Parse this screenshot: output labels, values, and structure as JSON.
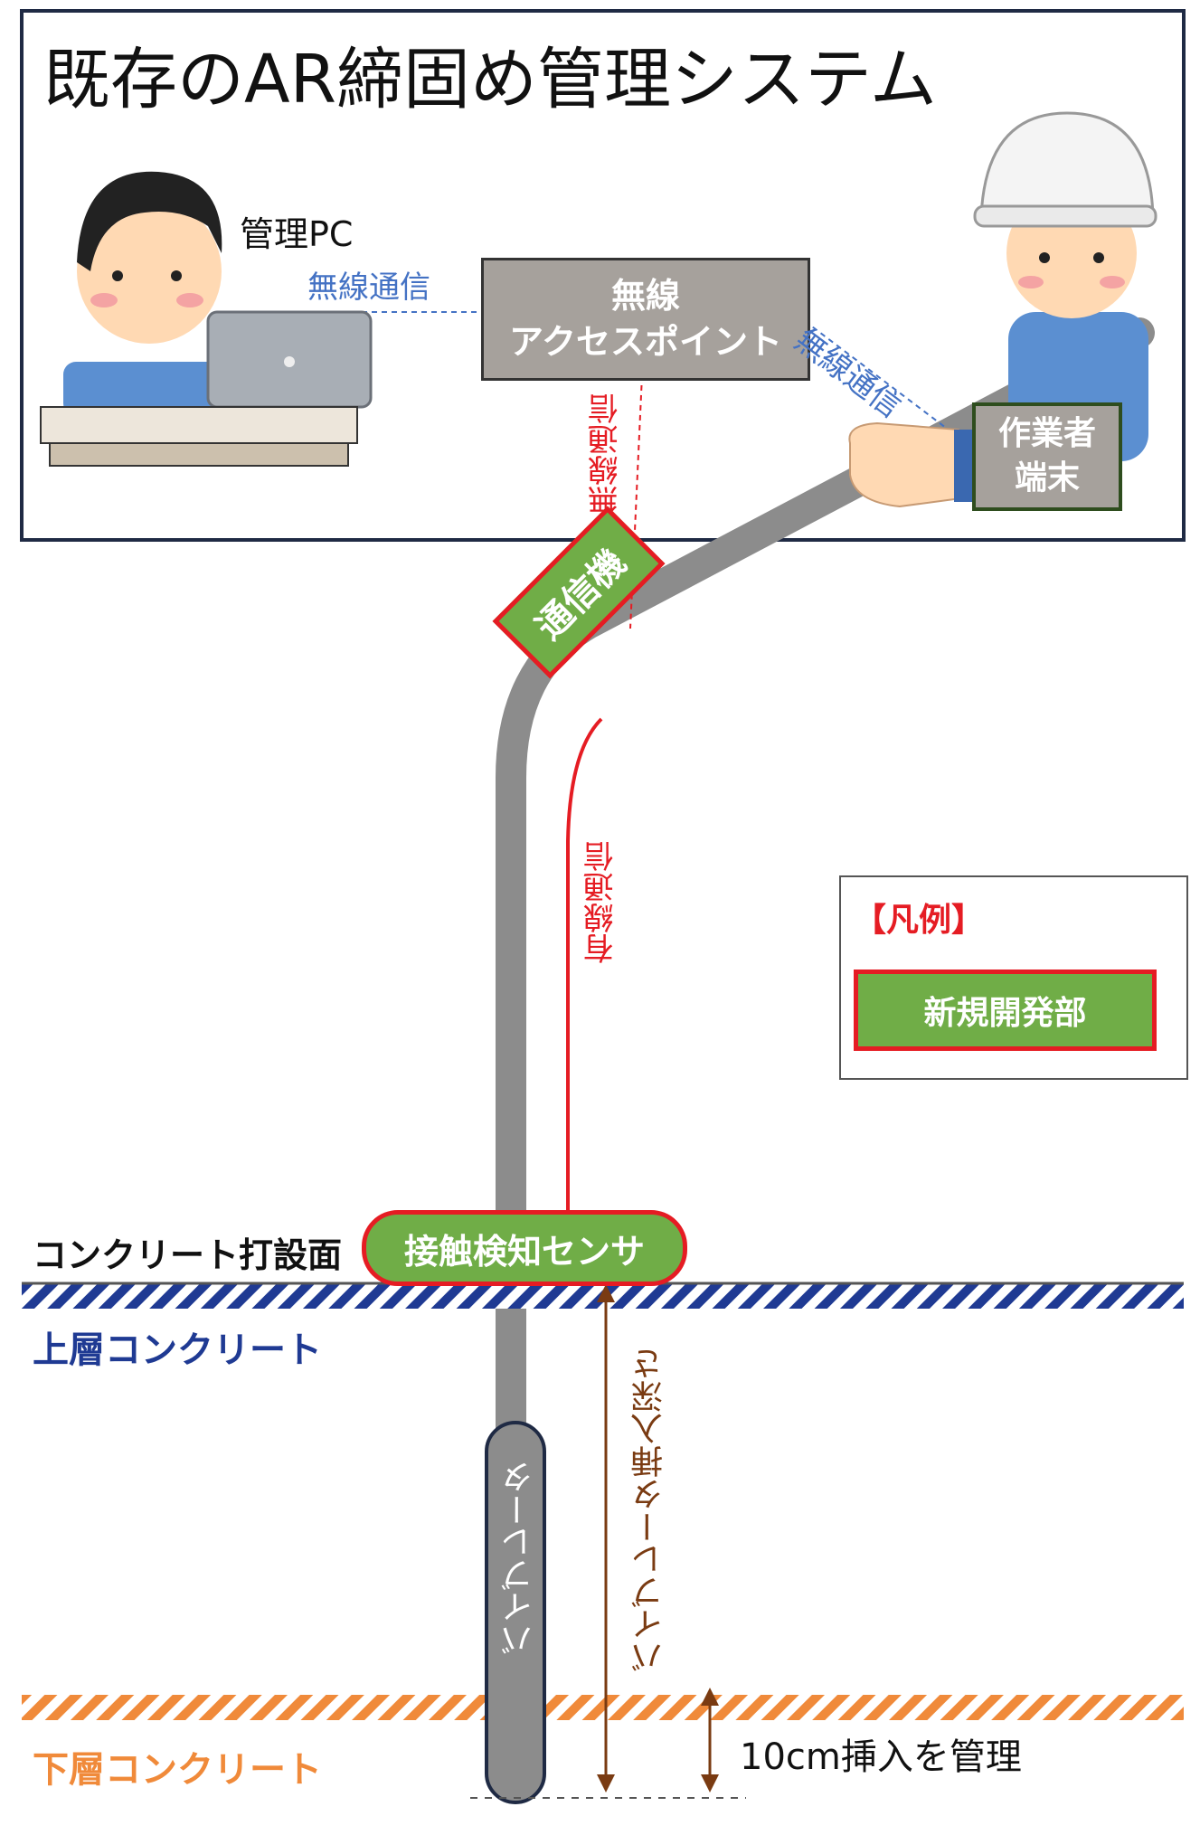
{
  "title": "既存のAR締固め管理システム",
  "labels": {
    "management_pc": "管理PC",
    "wireless_pc": "無線通信",
    "wireless_worker": "無線通信",
    "wireless_vertical": "無線通信",
    "wired": "有線通信",
    "surface": "コンクリート打設面",
    "upper_layer": "上層コンクリート",
    "lower_layer": "下層コンクリート",
    "vibrator": "バイブレータ",
    "insertion_depth": "バイブレータ挿入深さ",
    "management_10cm": "10cm挿入を管理"
  },
  "boxes": {
    "access_point_line1": "無線",
    "access_point_line2": "アクセスポイント",
    "worker_terminal_line1": "作業者",
    "worker_terminal_line2": "端末",
    "transmitter": "通信機",
    "contact_sensor": "接触検知センサ"
  },
  "legend": {
    "title": "【凡例】",
    "item": "新規開発部"
  },
  "colors": {
    "green_fill": "#70ad47",
    "red_border": "#e51c23",
    "gray_box": "#a6a19c",
    "blue_text": "#4472c4",
    "red_text": "#e51c23",
    "navy": "#1f3a93",
    "orange": "#f08a3a",
    "brown": "#7a3b12"
  }
}
